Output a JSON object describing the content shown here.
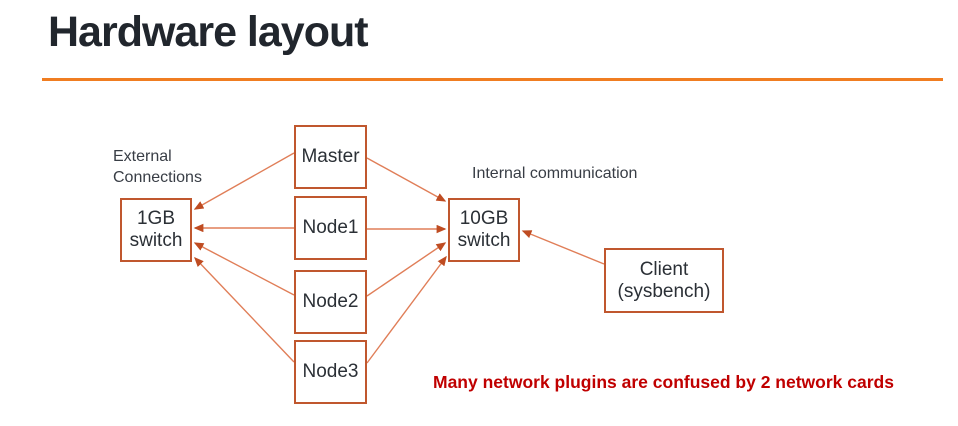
{
  "slide": {
    "title": "Hardware layout"
  },
  "labels": {
    "external_line1": "External",
    "external_line2": "Connections",
    "internal": "Internal communication"
  },
  "boxes": {
    "master": {
      "label": "Master"
    },
    "node1": {
      "label": "Node1"
    },
    "node2": {
      "label": "Node2"
    },
    "node3": {
      "label": "Node3"
    },
    "switch_1gb": {
      "line1": "1GB",
      "line2": "switch"
    },
    "switch_10gb": {
      "line1": "10GB",
      "line2": "switch"
    },
    "client": {
      "line1": "Client",
      "line2": "(sysbench)"
    }
  },
  "note": "Many network plugins are confused by 2 network cards",
  "edges": [
    {
      "from": "Master",
      "to": "1GB switch"
    },
    {
      "from": "Node1",
      "to": "1GB switch"
    },
    {
      "from": "Node2",
      "to": "1GB switch"
    },
    {
      "from": "Node3",
      "to": "1GB switch"
    },
    {
      "from": "Master",
      "to": "10GB switch"
    },
    {
      "from": "Node1",
      "to": "10GB switch"
    },
    {
      "from": "Node2",
      "to": "10GB switch"
    },
    {
      "from": "Node3",
      "to": "10GB switch"
    },
    {
      "from": "Client (sysbench)",
      "to": "10GB switch"
    }
  ],
  "colors": {
    "title_text": "#21262d",
    "accent_rule": "#f07d21",
    "box_border": "#c0572e",
    "arrow_line": "#e07e58",
    "arrow_head": "#bf4c22",
    "note_text": "#c00000",
    "label_text": "#383d45",
    "box_text": "#2b3036"
  }
}
